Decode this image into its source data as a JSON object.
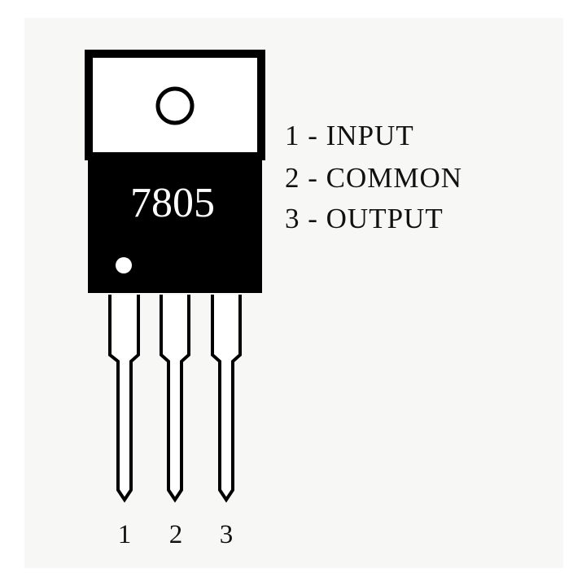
{
  "component": {
    "part_number": "7805"
  },
  "legend": {
    "items": [
      {
        "text": "1 - INPUT"
      },
      {
        "text": "2 - COMMON"
      },
      {
        "text": "3 - OUTPUT"
      }
    ]
  },
  "pins": {
    "labels": [
      "1",
      "2",
      "3"
    ]
  },
  "colors": {
    "body": "#000000",
    "background": "#f7f7f5",
    "outline": "#111111"
  }
}
